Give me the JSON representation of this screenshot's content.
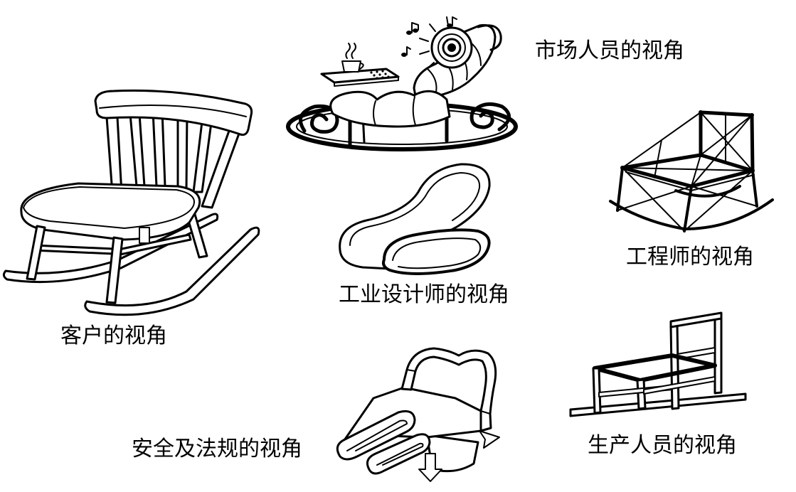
{
  "colors": {
    "background": "#ffffff",
    "ink": "#000000"
  },
  "labels": {
    "marketing": "市场人员的视角",
    "customer": "客户的视角",
    "industrial_designer": "工业设计师的视角",
    "engineer": "工程师的视角",
    "safety": "安全及法规的视角",
    "production": "生产人员的视角"
  }
}
